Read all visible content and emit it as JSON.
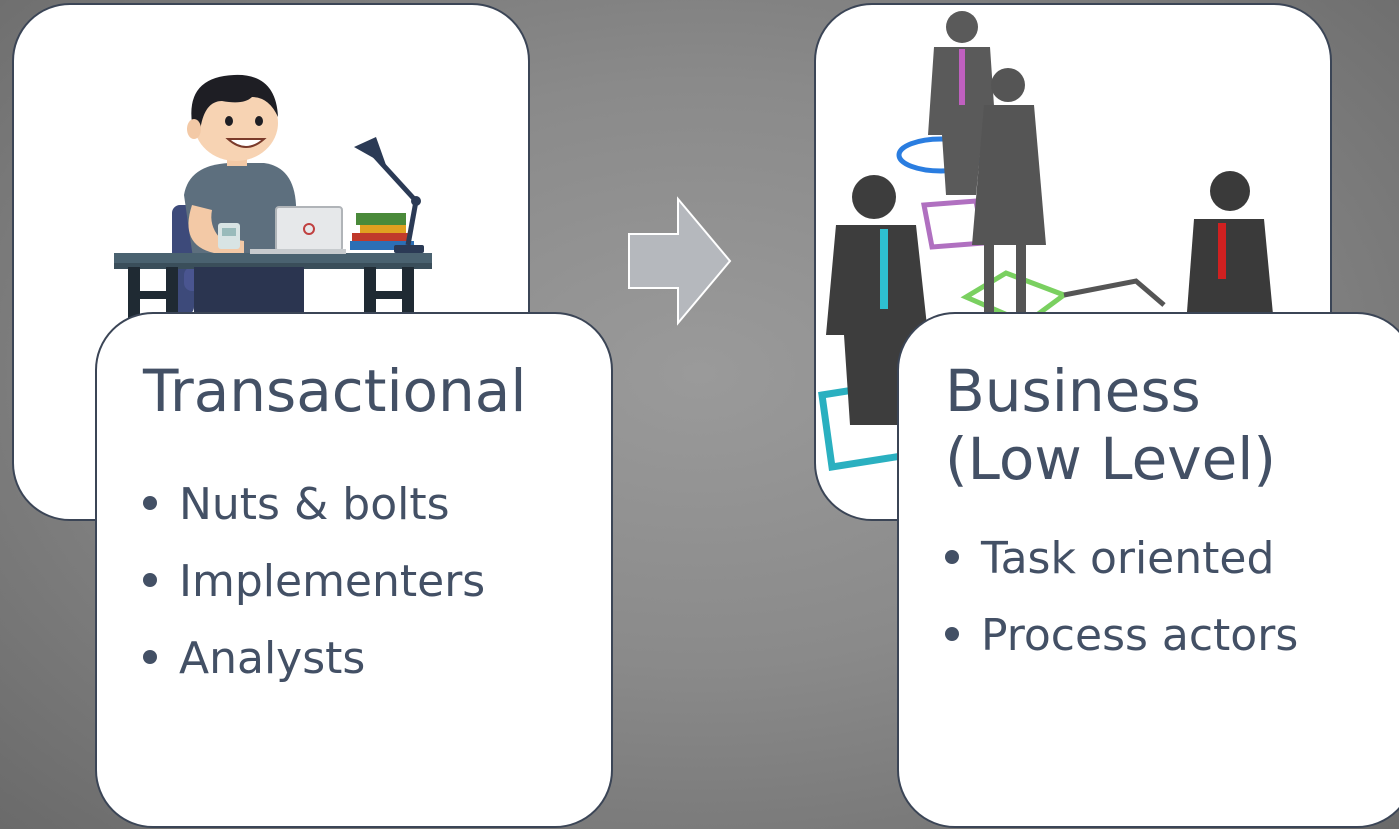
{
  "left": {
    "title": "Transactional",
    "bullets": [
      "Nuts & bolts",
      "Implementers",
      "Analysts"
    ]
  },
  "right": {
    "title_line1": "Business",
    "title_line2": "(Low Level)",
    "bullets": [
      "Task oriented",
      "Process actors"
    ]
  },
  "colors": {
    "card_border": "#3b4556",
    "text": "#435065",
    "arrow_fill": "#b5b8bd"
  }
}
